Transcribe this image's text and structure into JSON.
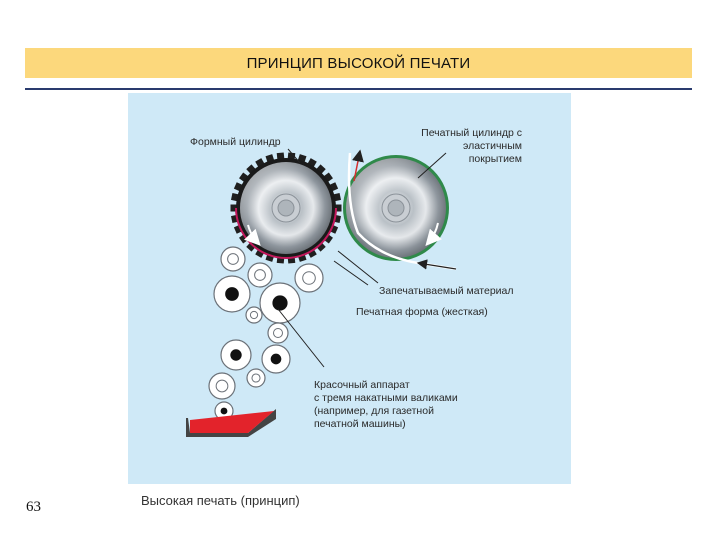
{
  "header": {
    "title": "ПРИНЦИП ВЫСОКОЙ ПЕЧАТИ"
  },
  "diagram": {
    "labels": {
      "plate_cylinder": "Формный цилиндр",
      "impression_cylinder": "Печатный цилиндр с\nэластичным покрытием",
      "substrate": "Запечатываемый материал",
      "printing_plate": "Печатная форма (жесткая)",
      "inking_unit": "Красочный аппарат\nс тремя накатными валиками\n(например, для газетной\nпечатной машины)"
    },
    "colors": {
      "background": "#cfe9f7",
      "ink_tray": "#e3232b",
      "substrate": "#d32f2f",
      "cylinder": "#a9b1b8",
      "teeth": "#222222"
    }
  },
  "footer": {
    "page_number": "63",
    "caption": "Высокая печать (принцип)"
  }
}
